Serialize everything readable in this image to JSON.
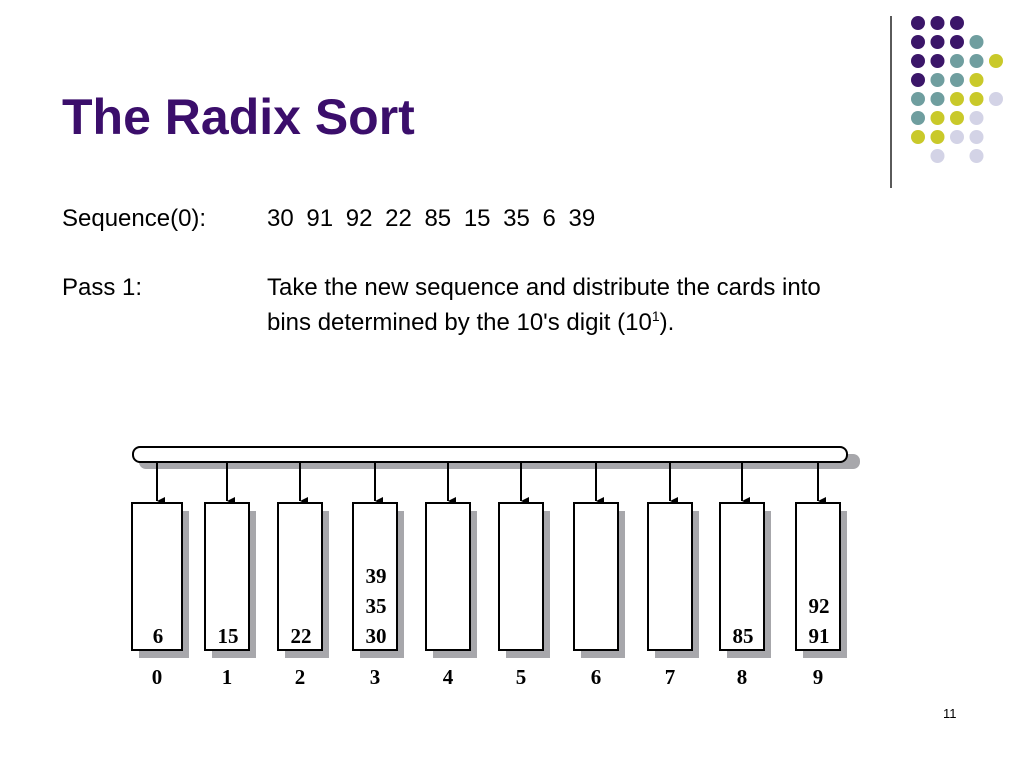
{
  "slide": {
    "title": "The Radix Sort",
    "page_number": "11"
  },
  "sequence": {
    "label": "Sequence(0):",
    "values": "30  91  92  22  85  15  35  6  39"
  },
  "pass": {
    "label": "Pass 1:",
    "text_line1": "Take the new sequence and distribute the cards into",
    "text_line2_prefix": "bins determined by the 10's digit (10",
    "text_line2_sup": "1",
    "text_line2_suffix": ")."
  },
  "bins": [
    {
      "label": "0",
      "items": [
        "6"
      ]
    },
    {
      "label": "1",
      "items": [
        "15"
      ]
    },
    {
      "label": "2",
      "items": [
        "22"
      ]
    },
    {
      "label": "3",
      "items": [
        "39",
        "35",
        "30"
      ]
    },
    {
      "label": "4",
      "items": []
    },
    {
      "label": "5",
      "items": []
    },
    {
      "label": "6",
      "items": []
    },
    {
      "label": "7",
      "items": []
    },
    {
      "label": "8",
      "items": [
        "85"
      ]
    },
    {
      "label": "9",
      "items": [
        "92",
        "91"
      ]
    }
  ],
  "colors": {
    "title": "#3b0e6b",
    "dot_purple": "#3b1669",
    "dot_teal": "#6f9e9f",
    "dot_yellow": "#c9c92a",
    "dot_lavender": "#d3d3e6",
    "bin_shadow": "#a7a7ab"
  },
  "decor_dots": [
    [
      "purple",
      "purple",
      "purple",
      null,
      null
    ],
    [
      "purple",
      "purple",
      "purple",
      "teal",
      null
    ],
    [
      "purple",
      "purple",
      "teal",
      "teal",
      "yellow"
    ],
    [
      "purple",
      "teal",
      "teal",
      "yellow",
      null
    ],
    [
      "teal",
      "teal",
      "yellow",
      "yellow",
      "lavender"
    ],
    [
      "teal",
      "yellow",
      "yellow",
      "lavender",
      null
    ],
    [
      "yellow",
      "yellow",
      "lavender",
      "lavender",
      null
    ],
    [
      null,
      "lavender",
      null,
      "lavender",
      null
    ]
  ]
}
